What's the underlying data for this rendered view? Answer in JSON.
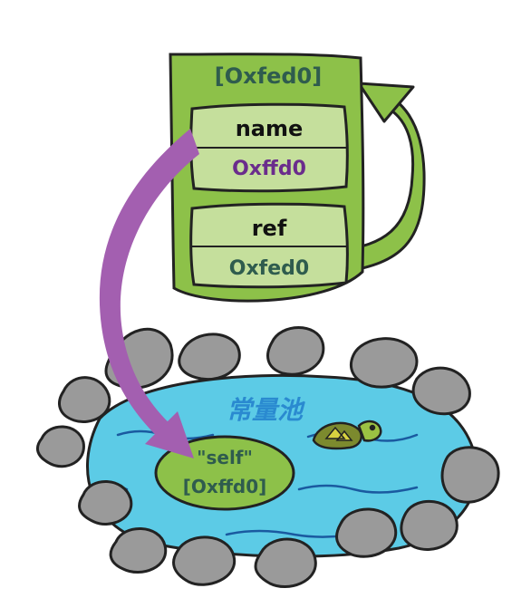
{
  "object": {
    "address": "[Oxfed0]",
    "fields": [
      {
        "name": "name",
        "value": "Oxffd0"
      },
      {
        "name": "ref",
        "value": "Oxfed0"
      }
    ]
  },
  "pool": {
    "title": "常量池",
    "string_literal": "\"self\"",
    "string_address": "[Oxffd0]"
  },
  "colors": {
    "object_body": "#8dc149",
    "field_bg": "#c5df9c",
    "outline": "#222222",
    "address_text": "#2f5c4e",
    "pointer_value_text": "#6a2c8c",
    "purple_arrow": "#a35fb0",
    "green_arrow": "#8dc149",
    "water": "#5ccbe6",
    "water_edge": "#222222",
    "pool_title": "#2a8ad0",
    "string_blob": "#8dc149",
    "rock_fill": "#9a9a9a",
    "turtle_shell": "#7c8a2e",
    "turtle_skin": "#9bc243"
  },
  "icons": [
    "turtle-icon",
    "rock-icon"
  ]
}
